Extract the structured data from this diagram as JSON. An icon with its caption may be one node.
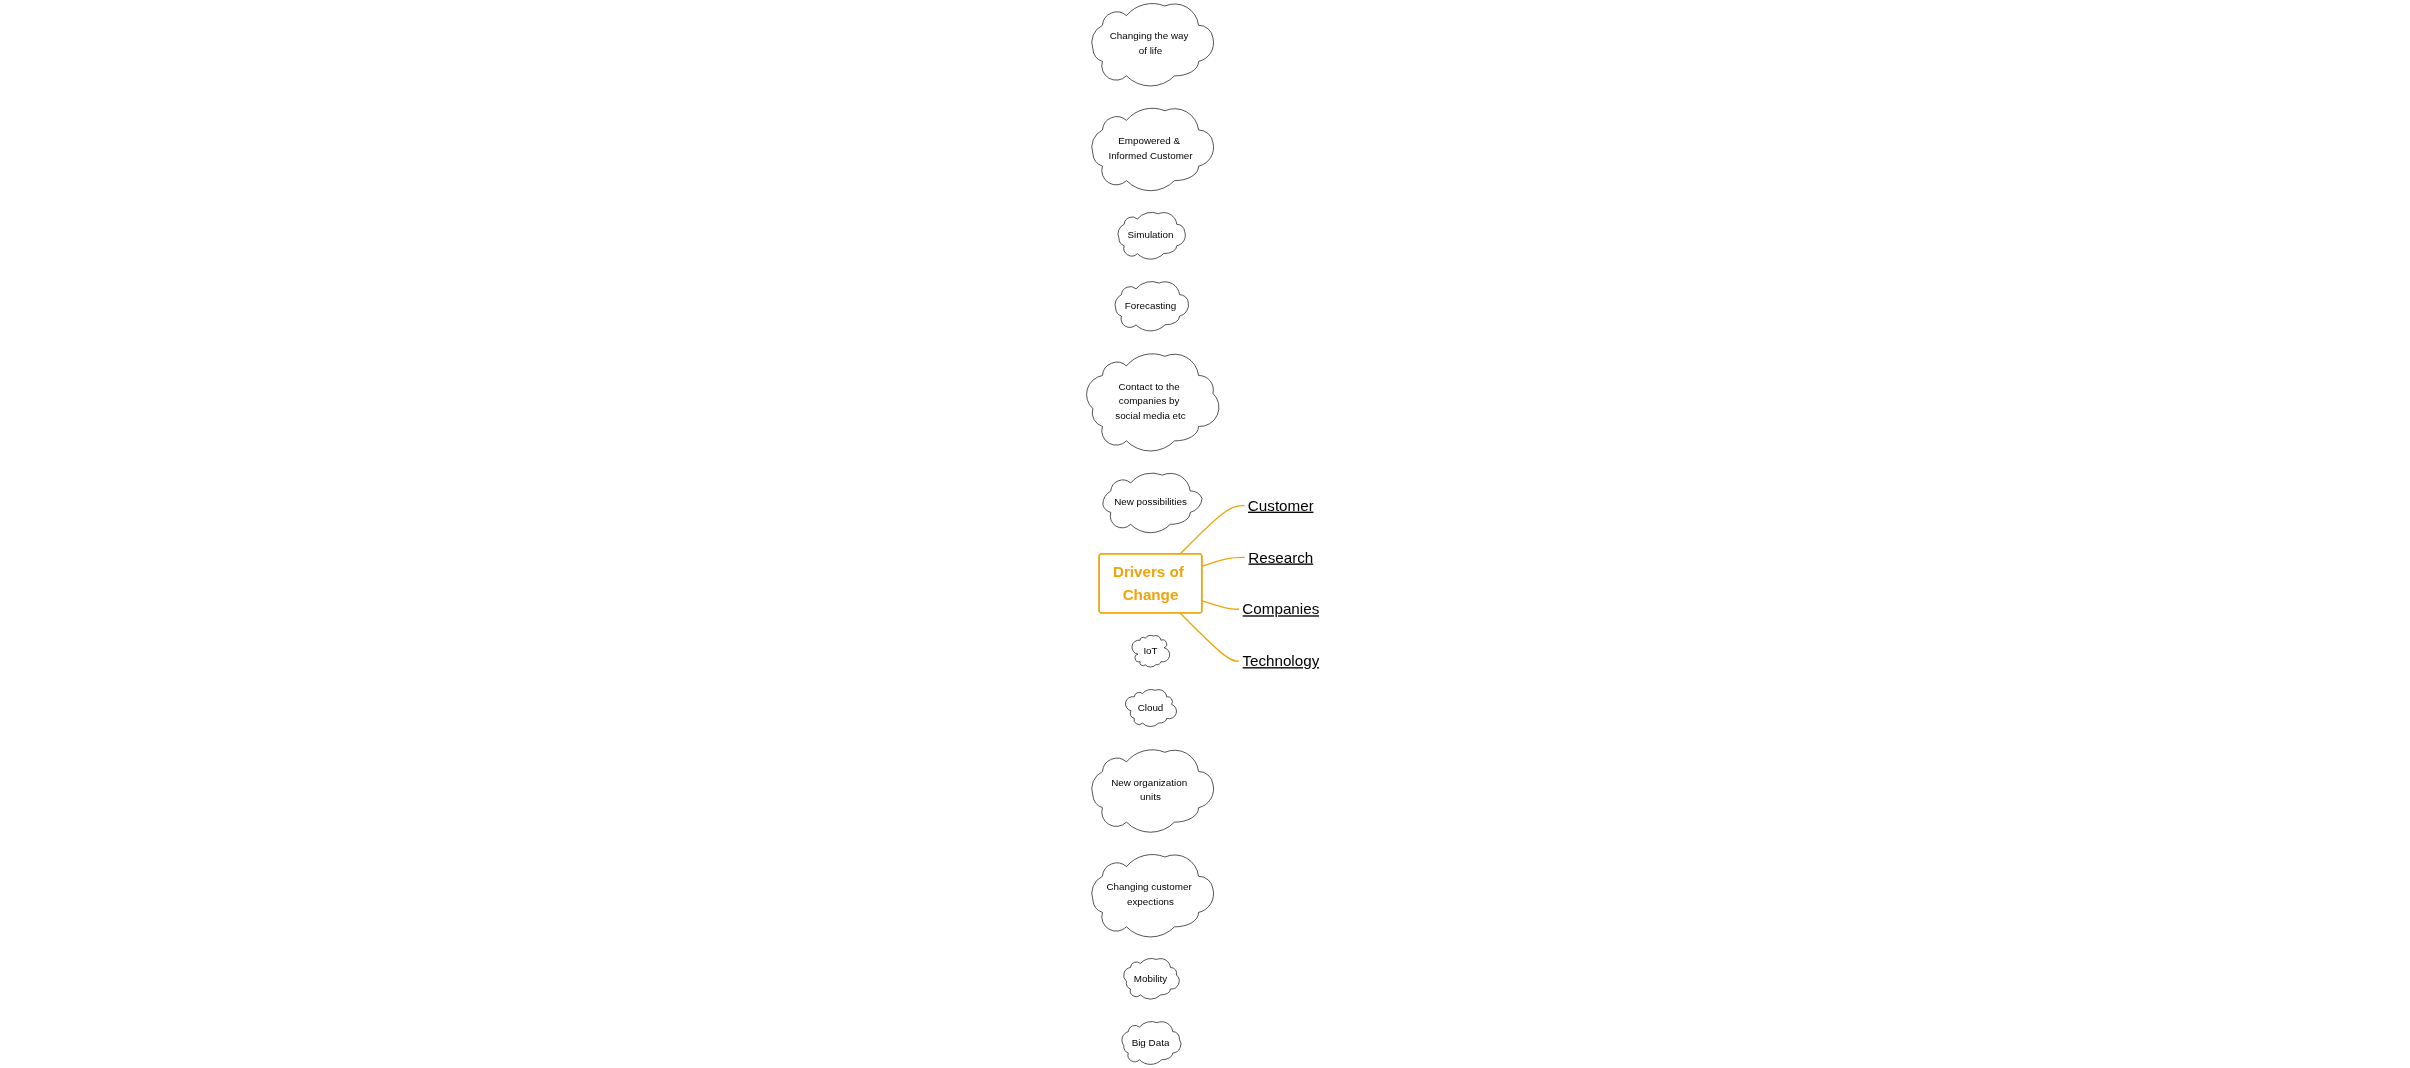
{
  "diagram": {
    "nodes": [
      {
        "text": [
          "Changing the way of life"
        ]
      },
      {
        "text": [
          "Empowered & Informed Customer"
        ]
      },
      {
        "text": [
          "Simulation"
        ]
      },
      {
        "text": [
          "Forecasting"
        ]
      },
      {
        "text": [
          "Customer"
        ]
      },
      {
        "text": [
          "Research"
        ]
      },
      {
        "text": [
          "Contact to the companies by social media etc"
        ]
      },
      {
        "text": [
          "New possibilities"
        ]
      },
      {
        "text": [
          "Drivers of Change"
        ]
      },
      {
        "text": [
          "IoT"
        ]
      },
      {
        "text": [
          "Companies"
        ]
      },
      {
        "text": [
          "Technology"
        ]
      },
      {
        "text": [
          "Cloud"
        ]
      },
      {
        "text": [
          "New organization units"
        ]
      },
      {
        "text": [
          "Changing customer expections"
        ]
      },
      {
        "text": [
          "Mobility"
        ]
      },
      {
        "text": [
          "Big Data"
        ]
      }
    ],
    "edges": [
      {
        "from": 8,
        "to": 4,
        "arrow": "none"
      },
      {
        "from": 8,
        "to": 5,
        "arrow": "none"
      },
      {
        "from": 8,
        "to": 10,
        "arrow": "none"
      },
      {
        "from": 8,
        "to": 11,
        "arrow": "none"
      }
    ]
  }
}
